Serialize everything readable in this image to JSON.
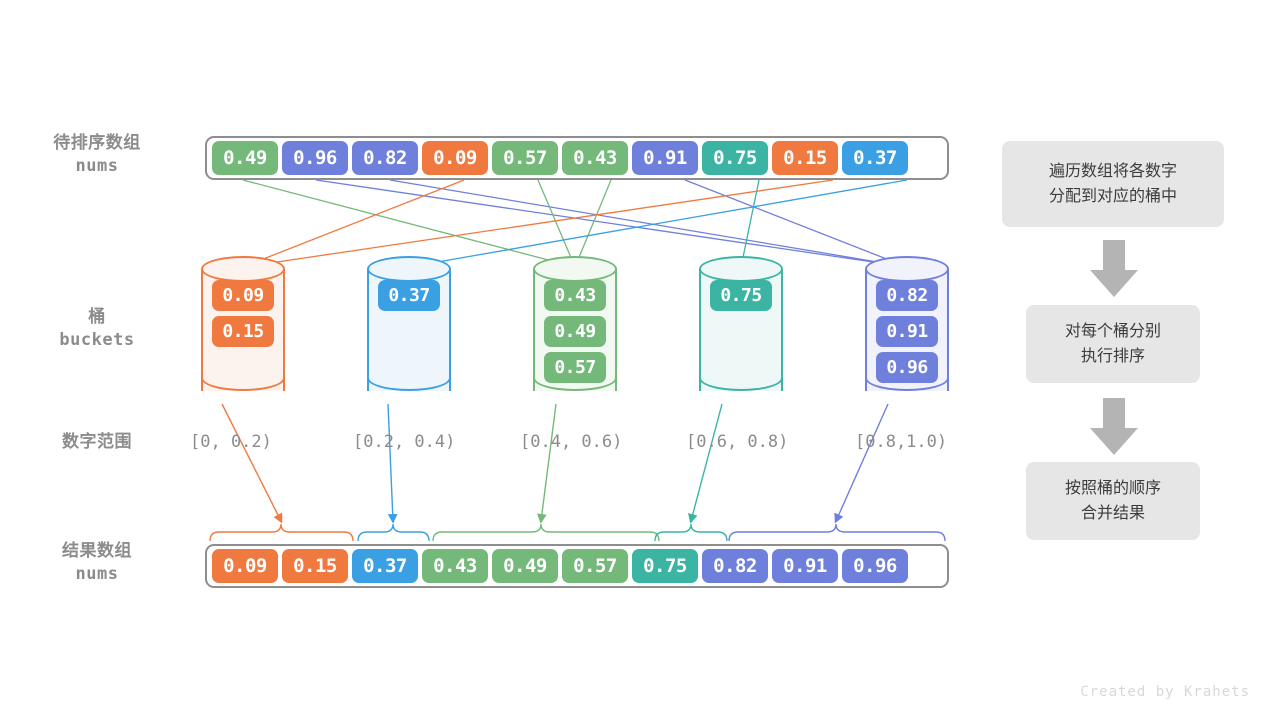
{
  "title": "桶排序流程图",
  "labels": {
    "source_array_cn": "待排序数组",
    "source_array_mono": "nums",
    "buckets_cn": "桶",
    "buckets_mono": "buckets",
    "range_cn": "数字范围",
    "result_array_cn": "结果数组",
    "result_array_mono": "nums"
  },
  "colors": {
    "green": "#74b97a",
    "blue_light": "#3aa0e3",
    "blue_dark": "#6f7fdc",
    "orange": "#f0793f",
    "teal": "#3bb4a4",
    "gray_border": "#8e8e8e",
    "label_gray": "#8c8c8c",
    "flow_bg": "#e6e6e6",
    "watermark": "#d8d8d8"
  },
  "source_array": {
    "name": "nums",
    "cells": [
      {
        "value": "0.49",
        "color": "#74b97a"
      },
      {
        "value": "0.96",
        "color": "#6f7fdc"
      },
      {
        "value": "0.82",
        "color": "#6f7fdc"
      },
      {
        "value": "0.09",
        "color": "#f0793f"
      },
      {
        "value": "0.57",
        "color": "#74b97a"
      },
      {
        "value": "0.43",
        "color": "#74b97a"
      },
      {
        "value": "0.91",
        "color": "#6f7fdc"
      },
      {
        "value": "0.75",
        "color": "#3bb4a4"
      },
      {
        "value": "0.15",
        "color": "#f0793f"
      },
      {
        "value": "0.37",
        "color": "#3aa0e3"
      }
    ]
  },
  "buckets": [
    {
      "range": "[0, 0.2)",
      "color": "#f0793f",
      "fill": "#fdf3ee",
      "items": [
        {
          "value": "0.09"
        },
        {
          "value": "0.15"
        }
      ]
    },
    {
      "range": "[0.2, 0.4)",
      "color": "#3aa0e3",
      "fill": "#eef6fc",
      "items": [
        {
          "value": "0.37"
        }
      ]
    },
    {
      "range": "[0.4, 0.6)",
      "color": "#74b97a",
      "fill": "#f2f8f2",
      "items": [
        {
          "value": "0.43"
        },
        {
          "value": "0.49"
        },
        {
          "value": "0.57"
        }
      ]
    },
    {
      "range": "[0.6, 0.8)",
      "color": "#3bb4a4",
      "fill": "#eef8f6",
      "items": [
        {
          "value": "0.75"
        }
      ]
    },
    {
      "range": "[0.8,1.0)",
      "color": "#6f7fdc",
      "fill": "#f1f2fc",
      "items": [
        {
          "value": "0.82"
        },
        {
          "value": "0.91"
        },
        {
          "value": "0.96"
        }
      ]
    }
  ],
  "result_array": {
    "name": "nums",
    "cells": [
      {
        "value": "0.09",
        "color": "#f0793f"
      },
      {
        "value": "0.15",
        "color": "#f0793f"
      },
      {
        "value": "0.37",
        "color": "#3aa0e3"
      },
      {
        "value": "0.43",
        "color": "#74b97a"
      },
      {
        "value": "0.49",
        "color": "#74b97a"
      },
      {
        "value": "0.57",
        "color": "#74b97a"
      },
      {
        "value": "0.75",
        "color": "#3bb4a4"
      },
      {
        "value": "0.82",
        "color": "#6f7fdc"
      },
      {
        "value": "0.91",
        "color": "#6f7fdc"
      },
      {
        "value": "0.96",
        "color": "#6f7fdc"
      }
    ]
  },
  "flow_steps": [
    {
      "line1": "遍历数组将各数字",
      "line2": "分配到对应的桶中"
    },
    {
      "line1": "对每个桶分别",
      "line2": "执行排序"
    },
    {
      "line1": "按照桶的顺序",
      "line2": "合并结果"
    }
  ],
  "watermark": "Created by Krahets"
}
